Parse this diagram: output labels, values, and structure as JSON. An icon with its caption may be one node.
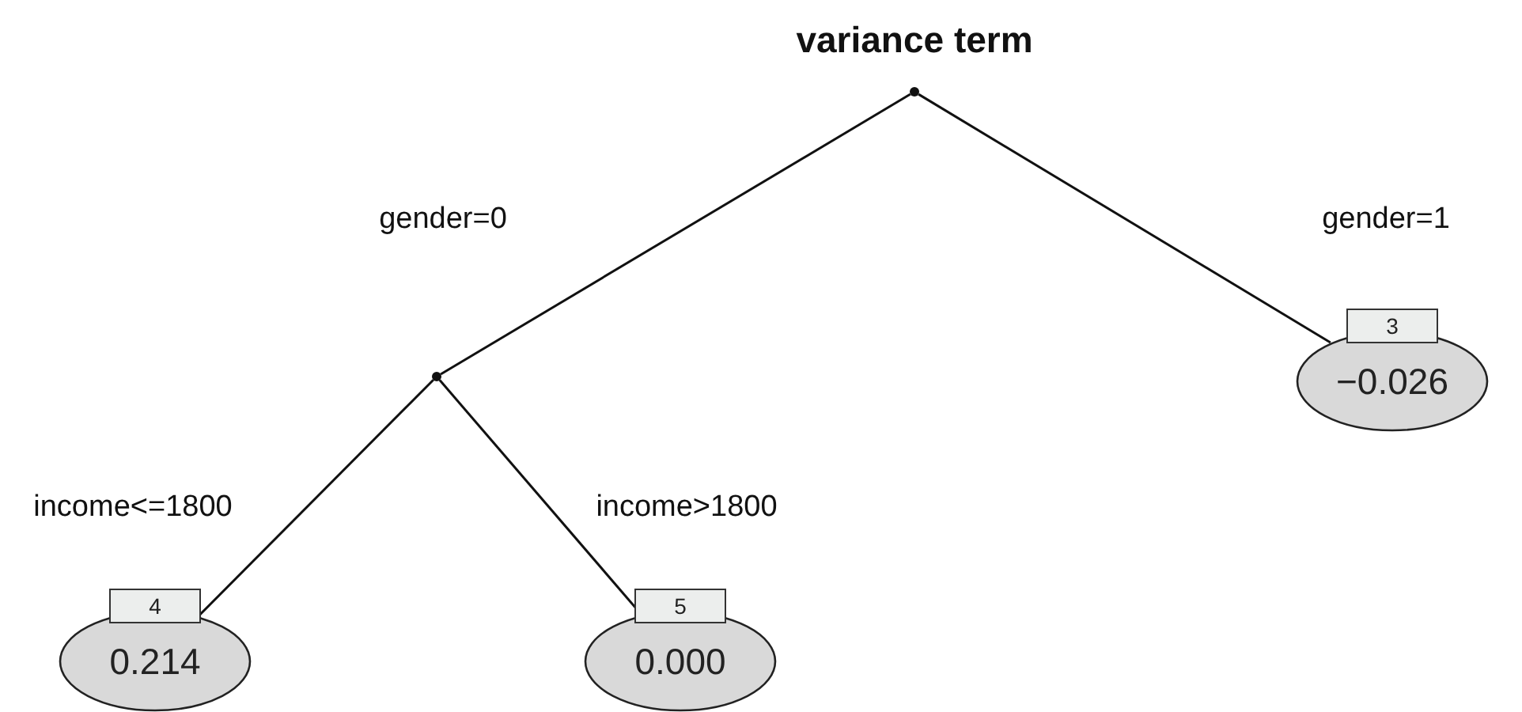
{
  "diagram": {
    "title": "variance term",
    "nodes": [
      {
        "text": [],
        "shape": "circle"
      },
      {
        "text": [],
        "shape": "circle"
      },
      {
        "text": [
          "3",
          "−0.026"
        ]
      },
      {
        "text": [
          "4",
          "0.214"
        ]
      },
      {
        "text": [
          "5",
          "0.000"
        ]
      }
    ],
    "edges": [
      {
        "from": 0,
        "to": 1,
        "arrow": "none",
        "label": "gender=0"
      },
      {
        "from": 0,
        "to": 2,
        "arrow": "none",
        "label": "gender=1"
      },
      {
        "from": 1,
        "to": 3,
        "arrow": "none",
        "label": "income<=1800"
      },
      {
        "from": 1,
        "to": 4,
        "arrow": "none",
        "label": "income>1800"
      }
    ]
  }
}
